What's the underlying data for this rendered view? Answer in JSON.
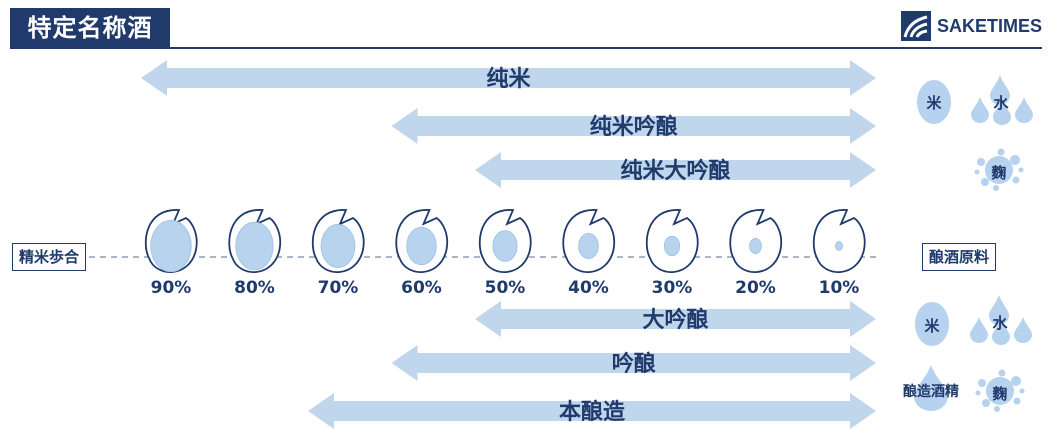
{
  "header": {
    "title": "特定名称酒",
    "brand": "SAKETIMES"
  },
  "axis": {
    "left_label": "精米歩合",
    "right_label": "酿酒原料",
    "polishing_ratios": [
      "90%",
      "80%",
      "70%",
      "60%",
      "50%",
      "40%",
      "30%",
      "20%",
      "10%"
    ],
    "grain_core_fraction": [
      0.92,
      0.85,
      0.77,
      0.67,
      0.55,
      0.45,
      0.35,
      0.27,
      0.16
    ]
  },
  "junmai_group": {
    "arrows": [
      {
        "label": "纯米",
        "min_ratio": "90%"
      },
      {
        "label": "纯米吟酿",
        "min_ratio": "60%"
      },
      {
        "label": "纯米大吟酿",
        "min_ratio": "50%"
      }
    ],
    "ingredients": {
      "rice": "米",
      "water": "水",
      "koji": "麴"
    }
  },
  "honjozo_group": {
    "arrows": [
      {
        "label": "大吟酿",
        "min_ratio": "50%"
      },
      {
        "label": "吟酿",
        "min_ratio": "60%"
      },
      {
        "label": "本酿造",
        "min_ratio": "70%"
      }
    ],
    "ingredients": {
      "rice": "米",
      "water": "水",
      "alcohol": "酿造酒精",
      "koji": "麴"
    }
  },
  "colors": {
    "navy": "#1f3a6b",
    "arrow_fill": "#c0d6ec",
    "grain_core": "#b8d3ee",
    "drop_fill": "#b6d2ee"
  }
}
